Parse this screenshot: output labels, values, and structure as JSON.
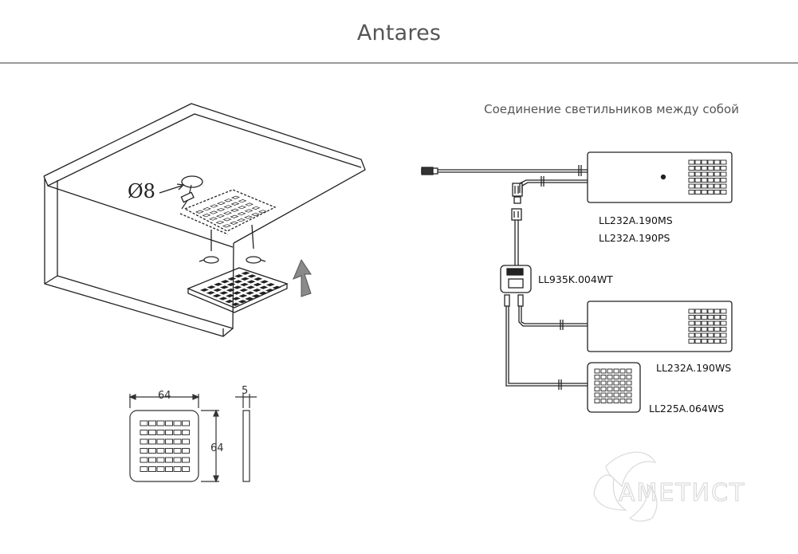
{
  "header": {
    "title": "Antares"
  },
  "connection_diagram": {
    "caption": "Соединение светильников между собой"
  },
  "mounting": {
    "hole_diameter_label": "Ø8"
  },
  "dimensions": {
    "width": "64",
    "height": "64",
    "thickness": "5"
  },
  "models": {
    "master_1": "LL232A.190MS",
    "master_2": "LL232A.190PS",
    "splitter": "LL935K.004WT",
    "slave_large": "LL232A.190WS",
    "slave_small": "LL225A.064WS"
  },
  "watermark": {
    "brand": "АМЕТИСТ"
  },
  "colors": {
    "line": "#222222",
    "title": "#555555",
    "rule": "#9a9a9a",
    "arrow": "#888888",
    "watermark": "#dcdcdc"
  }
}
